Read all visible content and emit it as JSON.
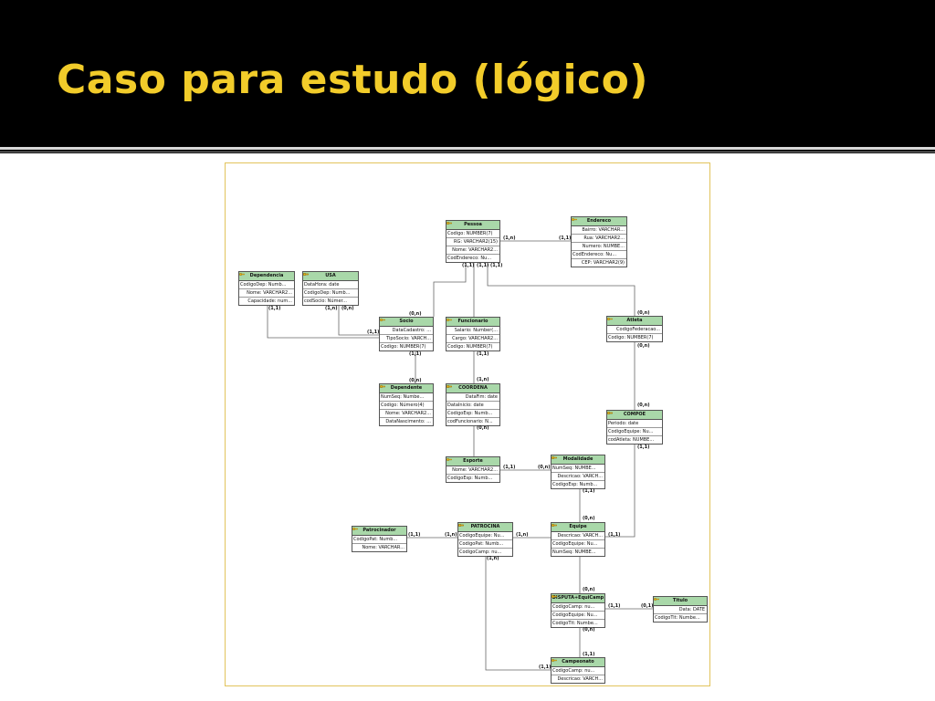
{
  "title": "Caso para estudo (lógico)",
  "colors": {
    "title": "#F2CC2A",
    "entity_header": "#A9D8A9",
    "frame": "#E2C45C"
  },
  "entities": {
    "pessoa": {
      "name": "Pessoa",
      "attrs": [
        {
          "text": "Codigo: NUMBER(7)",
          "key": true
        },
        {
          "text": "RG: VARCHAR2(15)",
          "key": false
        },
        {
          "text": "Nome: VARCHAR2...",
          "key": false
        },
        {
          "text": "CodEndereco: Nu...",
          "key": true
        }
      ]
    },
    "endereco": {
      "name": "Endereco",
      "attrs": [
        {
          "text": "Bairro: VARCHAR...",
          "key": false
        },
        {
          "text": "Rua: VARCHAR2...",
          "key": false
        },
        {
          "text": "Numero: NUMBE...",
          "key": false
        },
        {
          "text": "CodEndereco: Nu...",
          "key": true
        },
        {
          "text": "CEP: VARCHAR2(9)",
          "key": false
        }
      ]
    },
    "dependencia": {
      "name": "Dependencia",
      "attrs": [
        {
          "text": "CodigoDep: Numb...",
          "key": true
        },
        {
          "text": "Nome: VARCHAR2...",
          "key": false
        },
        {
          "text": "Capacidade: num...",
          "key": false
        }
      ]
    },
    "usa": {
      "name": "USA",
      "attrs": [
        {
          "text": "DataHora: date",
          "key": true
        },
        {
          "text": "CodigoDep: Numb...",
          "key": true
        },
        {
          "text": "codSocio: Númer...",
          "key": true
        }
      ]
    },
    "socio": {
      "name": "Socio",
      "attrs": [
        {
          "text": "DataCadastro: ...",
          "key": false
        },
        {
          "text": "TipoSocio: VARCH...",
          "key": false
        },
        {
          "text": "Codigo: NUMBER(7)",
          "key": true
        }
      ]
    },
    "funcionario": {
      "name": "Funcionario",
      "attrs": [
        {
          "text": "Salario: Number(...",
          "key": false
        },
        {
          "text": "Cargo: VARCHAR2...",
          "key": false
        },
        {
          "text": "Codigo: NUMBER(7)",
          "key": true
        }
      ]
    },
    "atleta": {
      "name": "Atleta",
      "attrs": [
        {
          "text": "CodigoFederacao...",
          "key": false
        },
        {
          "text": "Codigo: NUMBER(7)",
          "key": true
        }
      ]
    },
    "dependente": {
      "name": "Dependente",
      "attrs": [
        {
          "text": "NumSeq: Numbe...",
          "key": true
        },
        {
          "text": "Codigo: Número(4)",
          "key": true
        },
        {
          "text": "Nome: VARCHAR2...",
          "key": false
        },
        {
          "text": "DataNascimento: ...",
          "key": false
        }
      ]
    },
    "coordena": {
      "name": "COORDENA",
      "attrs": [
        {
          "text": "DataFim: date",
          "key": false
        },
        {
          "text": "DataInicio: date",
          "key": true
        },
        {
          "text": "CodigoEsp: Numb...",
          "key": true
        },
        {
          "text": "codFuncionario: N...",
          "key": true
        }
      ]
    },
    "compoe": {
      "name": "COMPOE",
      "attrs": [
        {
          "text": "Periodo: date",
          "key": true
        },
        {
          "text": "CodigoEquipe: Nu...",
          "key": true
        },
        {
          "text": "codAtleta: NUMBE...",
          "key": true
        }
      ]
    },
    "esporte": {
      "name": "Esporte",
      "attrs": [
        {
          "text": "Nome: VARCHAR2...",
          "key": false
        },
        {
          "text": "CodigoEsp: Numb...",
          "key": true
        }
      ]
    },
    "modalidade": {
      "name": "Modalidade",
      "attrs": [
        {
          "text": "NumSeq: NUMBE...",
          "key": true
        },
        {
          "text": "Descricao: VARCH...",
          "key": false
        },
        {
          "text": "CodigoEsp: Numb...",
          "key": true
        }
      ]
    },
    "patrocinador": {
      "name": "Patrocinador",
      "attrs": [
        {
          "text": "CodigoPat: Numb...",
          "key": true
        },
        {
          "text": "Nome: VARCHAR...",
          "key": false
        }
      ]
    },
    "patrocina": {
      "name": "PATROCINA",
      "attrs": [
        {
          "text": "CodigoEquipe: Nu...",
          "key": true
        },
        {
          "text": "CodigoPat: Numb...",
          "key": true
        },
        {
          "text": "CodigoCamp: nu...",
          "key": true
        }
      ]
    },
    "equipe": {
      "name": "Equipe",
      "attrs": [
        {
          "text": "Descricao: VARCH...",
          "key": false
        },
        {
          "text": "CodigoEquipe: Nu...",
          "key": true
        },
        {
          "text": "NumSeq: NUMBE...",
          "key": true
        }
      ]
    },
    "disputa": {
      "name": "DISPUTA+EquiCamp",
      "attrs": [
        {
          "text": "CodigoCamp: nu...",
          "key": true
        },
        {
          "text": "CodigoEquipe: Nu...",
          "key": true
        },
        {
          "text": "CodigoTit: Numbe...",
          "key": true
        }
      ]
    },
    "titulo": {
      "name": "Titulo",
      "attrs": [
        {
          "text": "Data: DATE",
          "key": false
        },
        {
          "text": "CodigoTit: Numbe...",
          "key": true
        }
      ]
    },
    "campeonato": {
      "name": "Campeonato",
      "attrs": [
        {
          "text": "CodigoCamp: nu...",
          "key": true
        },
        {
          "text": "Descricao: VARCH...",
          "key": false
        }
      ]
    }
  },
  "cardinalities": {
    "c1": "(1,n)",
    "c2": "(1,1)",
    "c3": "(1,1)",
    "c4": "(1,1)",
    "c5": "(1,1)",
    "c6": "(0,n)",
    "c7": "(0,n)",
    "c8": "(1,1)",
    "c9": "(1,n)",
    "c10": "(0,n)",
    "c11": "(1,1)",
    "c12": "(1,1)",
    "c13": "(1,1)",
    "c14": "(0,n)",
    "c15": "(1,n)",
    "c16": "(0,n)",
    "c17": "(0,n)",
    "c18": "(1,1)",
    "c19": "(0,n)",
    "c20": "(1,1)",
    "c21": "(0,n)",
    "c22": "(1,1)",
    "c23": "(1,n)",
    "c24": "(1,n)",
    "c25": "(1,1)",
    "c26": "(1,n)",
    "c27": "(0,n)",
    "c28": "(1,1)",
    "c29": "(0,1)",
    "c30": "(0,n)",
    "c31": "(1,1)",
    "c32": "(1,1)"
  }
}
